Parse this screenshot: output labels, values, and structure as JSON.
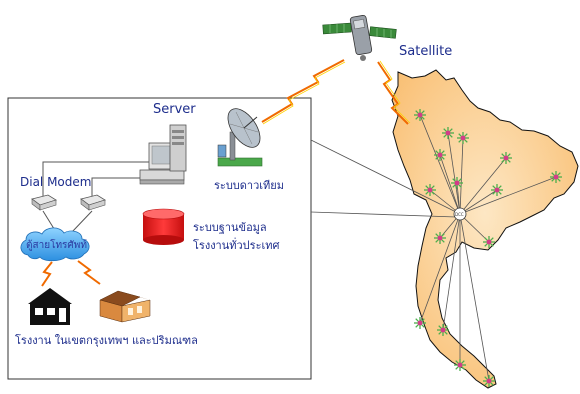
{
  "labels": {
    "server": "Server",
    "satellite": "Satellite",
    "dial_modem": "Dial Modem",
    "satellite_system": "ระบบดาวเทียม",
    "database_line1": "ระบบฐานข้อมูล",
    "database_line2": "โรงงานทั่วประเทศ",
    "phone_cabinet": "ตู้สายโทรศัพท์",
    "factories": "โรงงาน ในเขตกรุงเทพฯ และปริมณฑล",
    "map_center": "DCC"
  },
  "icons": [
    "satellite-icon",
    "server-computer-icon",
    "satellite-dish-icon",
    "modem-icon",
    "database-icon",
    "phone-cloud-icon",
    "factory-icon",
    "house-icon",
    "lightning-icon",
    "province-station-icon"
  ],
  "colors": {
    "text_blue": "#1d2d8c",
    "map_fill": "#f9bf73",
    "map_light": "#fde7c4",
    "database_red": "#e41f1f",
    "cloud_blue": "#3aa0ef",
    "lightning": "#f06a00",
    "station_green": "#4cae4c",
    "station_pink": "#d63a8a"
  }
}
